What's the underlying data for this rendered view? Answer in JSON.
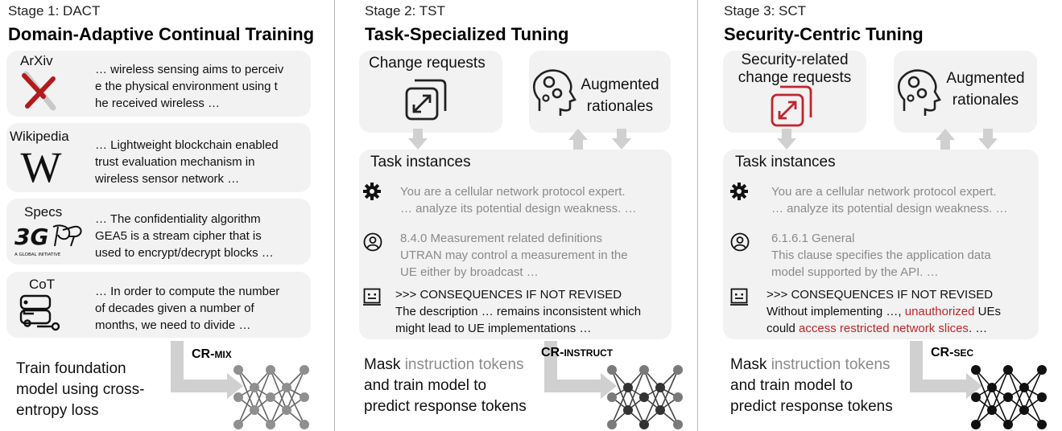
{
  "stages": [
    {
      "label": "Stage 1: DACT",
      "title": "Domain-Adaptive Continual Training",
      "sources": [
        {
          "name": "ArXiv",
          "icon": "arxiv-icon",
          "lines": [
            "… wireless sensing aims to perceiv",
            "e the physical environment using t",
            "he received wireless …"
          ]
        },
        {
          "name": "Wikipedia",
          "icon": "wikipedia-icon",
          "lines": [
            "… Lightweight blockchain enabled",
            "trust evaluation mechanism in",
            "wireless sensor network …"
          ]
        },
        {
          "name": "Specs",
          "icon": "3gpp-icon",
          "logo_caption": "A GLOBAL INITIATIVE",
          "lines": [
            "… The confidentiality algorithm",
            "GEA5 is a stream cipher that is",
            "used to encrypt/decrypt blocks …"
          ]
        },
        {
          "name": "CoT",
          "icon": "workflow-icon",
          "lines": [
            "… In order to compute the number",
            "of decades given a number of",
            "months, we need to divide …"
          ]
        }
      ],
      "bottom_lines": [
        "Train foundation",
        "model using cross-",
        "entropy loss"
      ],
      "model_prefix": "CR-",
      "model_suffix": "MIX"
    },
    {
      "label": "Stage 2: TST",
      "title": "Task-Specialized Tuning",
      "requests_title": "Change requests",
      "rationales_lines": [
        "Augmented",
        "rationales"
      ],
      "task_title": "Task instances",
      "system_lines": [
        "You are a cellular network protocol expert.",
        "… analyze its potential design weakness. …"
      ],
      "user_lines": [
        "8.4.0 Measurement related definitions",
        "UTRAN may control a measurement in the",
        "UE either by broadcast …"
      ],
      "response_lines": [
        ">>> CONSEQUENCES IF NOT REVISED",
        "The description … remains inconsistent which",
        "might lead to UE  implementations …"
      ],
      "bottom": {
        "mask": "Mask",
        "instr": "instruction tokens",
        "line2": "and train model to",
        "line3": "predict response tokens"
      },
      "model_prefix": "CR-",
      "model_suffix": "INSTRUCT"
    },
    {
      "label": "Stage 3: SCT",
      "title": "Security-Centric Tuning",
      "requests_lines": [
        "Security-related",
        "change requests"
      ],
      "rationales_lines": [
        "Augmented",
        "rationales"
      ],
      "task_title": "Task instances",
      "system_lines": [
        "You are a cellular network protocol expert.",
        "… analyze its potential design weakness. …"
      ],
      "user_lines": [
        "6.1.6.1 General",
        "This clause specifies the application data",
        "model supported by the API. …"
      ],
      "response_line1": ">>> CONSEQUENCES IF NOT REVISED",
      "response_line2_a": "Without implementing …, ",
      "response_line2_red": "unauthorized",
      "response_line2_b": " UEs",
      "response_line3_a": "could ",
      "response_line3_red": "access restricted network slices",
      "response_line3_b": ". …",
      "bottom": {
        "mask": "Mask",
        "instr": "instruction tokens",
        "line2": "and train model to",
        "line3": "predict response tokens"
      },
      "model_prefix": "CR-",
      "model_suffix": "SEC"
    }
  ],
  "colors": {
    "accent_red": "#c0262c",
    "card_grey": "#f2f2f2",
    "arrow_grey": "#d0d0d0"
  }
}
